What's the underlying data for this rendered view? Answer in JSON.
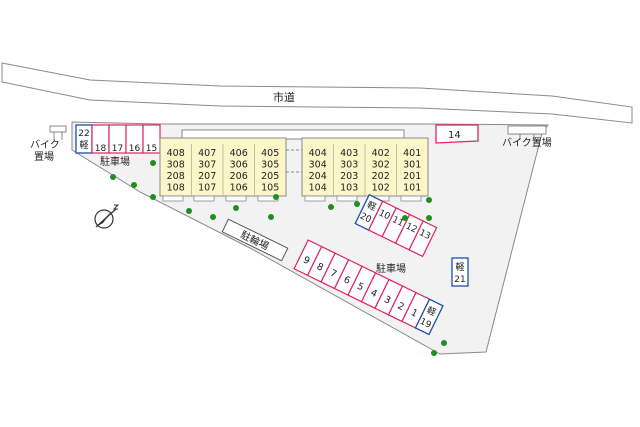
{
  "road": {
    "label": "市道"
  },
  "areas": {
    "parking_top": "駐車場",
    "parking_main": "駐車場",
    "bicycle": "駐輪場",
    "bike_left": [
      "バイク",
      "置場"
    ],
    "bike_right": "バイク置場"
  },
  "colors": {
    "ground": "#f2f2f2",
    "outline": "#8a8a8a",
    "building": "#fbf7c8",
    "car_space": "#e0245e",
    "kei_space": "#1f4fa8",
    "tree": "#1f8f1f"
  },
  "building_left": [
    [
      "408",
      "308",
      "208",
      "108"
    ],
    [
      "407",
      "307",
      "207",
      "107"
    ],
    [
      "406",
      "306",
      "206",
      "106"
    ],
    [
      "405",
      "305",
      "205",
      "105"
    ]
  ],
  "building_right": [
    [
      "404",
      "304",
      "204",
      "104"
    ],
    [
      "403",
      "303",
      "203",
      "103"
    ],
    [
      "402",
      "302",
      "202",
      "102"
    ],
    [
      "401",
      "301",
      "201",
      "101"
    ]
  ],
  "spaces_top": [
    "18",
    "17",
    "16",
    "15"
  ],
  "space_22": "22",
  "kei_mark": "軽",
  "space_14": "14",
  "spaces_upper_right": [
    "10",
    "11",
    "12",
    "13"
  ],
  "space_20": "20",
  "spaces_bottom": [
    "9",
    "8",
    "7",
    "6",
    "5",
    "4",
    "3",
    "2",
    "1"
  ],
  "space_19": "19",
  "space_21": "21",
  "compass": "north-arrow-icon"
}
